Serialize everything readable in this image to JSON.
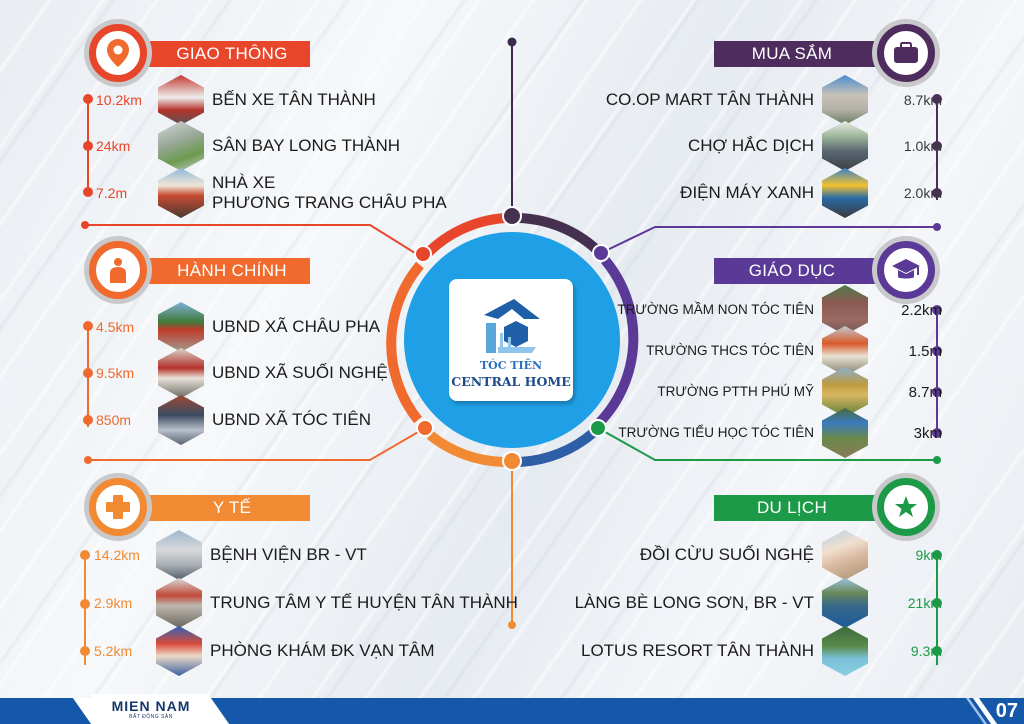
{
  "colors": {
    "transport": "#e8462a",
    "admin": "#ef6a2c",
    "health": "#f18a33",
    "shopping": "#4e2c5e",
    "education": "#5a3a96",
    "tourism": "#1c9a47",
    "center_fill": "#1fa0e6",
    "footer": "#1557a8"
  },
  "center": {
    "logo_line1": "TÓC TIÊN",
    "logo_line2": "CENTRAL HOME"
  },
  "sections": {
    "transport": {
      "title": "GIAO THÔNG",
      "icon": "map-pin-icon",
      "items": [
        {
          "distance": "10.2km",
          "name": "BẾN XE TÂN THÀNH"
        },
        {
          "distance": "24km",
          "name": "SÂN BAY LONG THÀNH"
        },
        {
          "distance": "7.2m",
          "name_line1": "NHÀ XE",
          "name_line2": "PHƯƠNG TRANG CHÂU PHA"
        }
      ]
    },
    "admin": {
      "title": "HÀNH CHÍNH",
      "icon": "person-icon",
      "items": [
        {
          "distance": "4.5km",
          "name": "UBND XÃ CHÂU PHA"
        },
        {
          "distance": "9.5km",
          "name": "UBND XÃ SUỐI NGHỆ"
        },
        {
          "distance": "850m",
          "name": "UBND XÃ TÓC TIÊN"
        }
      ]
    },
    "health": {
      "title": "Y TẾ",
      "icon": "medical-cross-icon",
      "items": [
        {
          "distance": "14.2km",
          "name": "BỆNH VIỆN BR - VT"
        },
        {
          "distance": "2.9km",
          "name": "TRUNG TÂM Y TẾ HUYỆN TÂN THÀNH"
        },
        {
          "distance": "5.2km",
          "name": "PHÒNG KHÁM ĐK VẠN TÂM"
        }
      ]
    },
    "shopping": {
      "title": "MUA SẮM",
      "icon": "briefcase-icon",
      "items": [
        {
          "distance": "8.7km",
          "name": "CO.OP MART TÂN THÀNH"
        },
        {
          "distance": "1.0km",
          "name": "CHỢ HẮC DỊCH"
        },
        {
          "distance": "2.0km",
          "name": "ĐIỆN MÁY XANH"
        }
      ]
    },
    "education": {
      "title": "GIÁO DỤC",
      "icon": "graduation-cap-icon",
      "items": [
        {
          "distance": "2.2km",
          "name": "TRƯỜNG MẦM NON TÓC TIÊN"
        },
        {
          "distance": "1.5m",
          "name": "TRƯỜNG THCS TÓC TIÊN"
        },
        {
          "distance": "8.7m",
          "name": "TRƯỜNG PTTH PHÚ MỸ"
        },
        {
          "distance": "3km",
          "name": "TRƯỜNG TIỂU HỌC TÓC TIÊN"
        }
      ]
    },
    "tourism": {
      "title": "DU LỊCH",
      "icon": "star-icon",
      "items": [
        {
          "distance": "9km",
          "name": "ĐỒI CỪU SUỐI NGHỆ"
        },
        {
          "distance": "21km",
          "name": "LÀNG BÈ LONG SƠN, BR - VT"
        },
        {
          "distance": "9.3m",
          "name": "LOTUS RESORT TÂN THÀNH"
        }
      ]
    }
  },
  "footer": {
    "brand": "MIEN NAM",
    "brand_sub": "BẤT ĐỘNG SẢN",
    "page_number": "07"
  }
}
